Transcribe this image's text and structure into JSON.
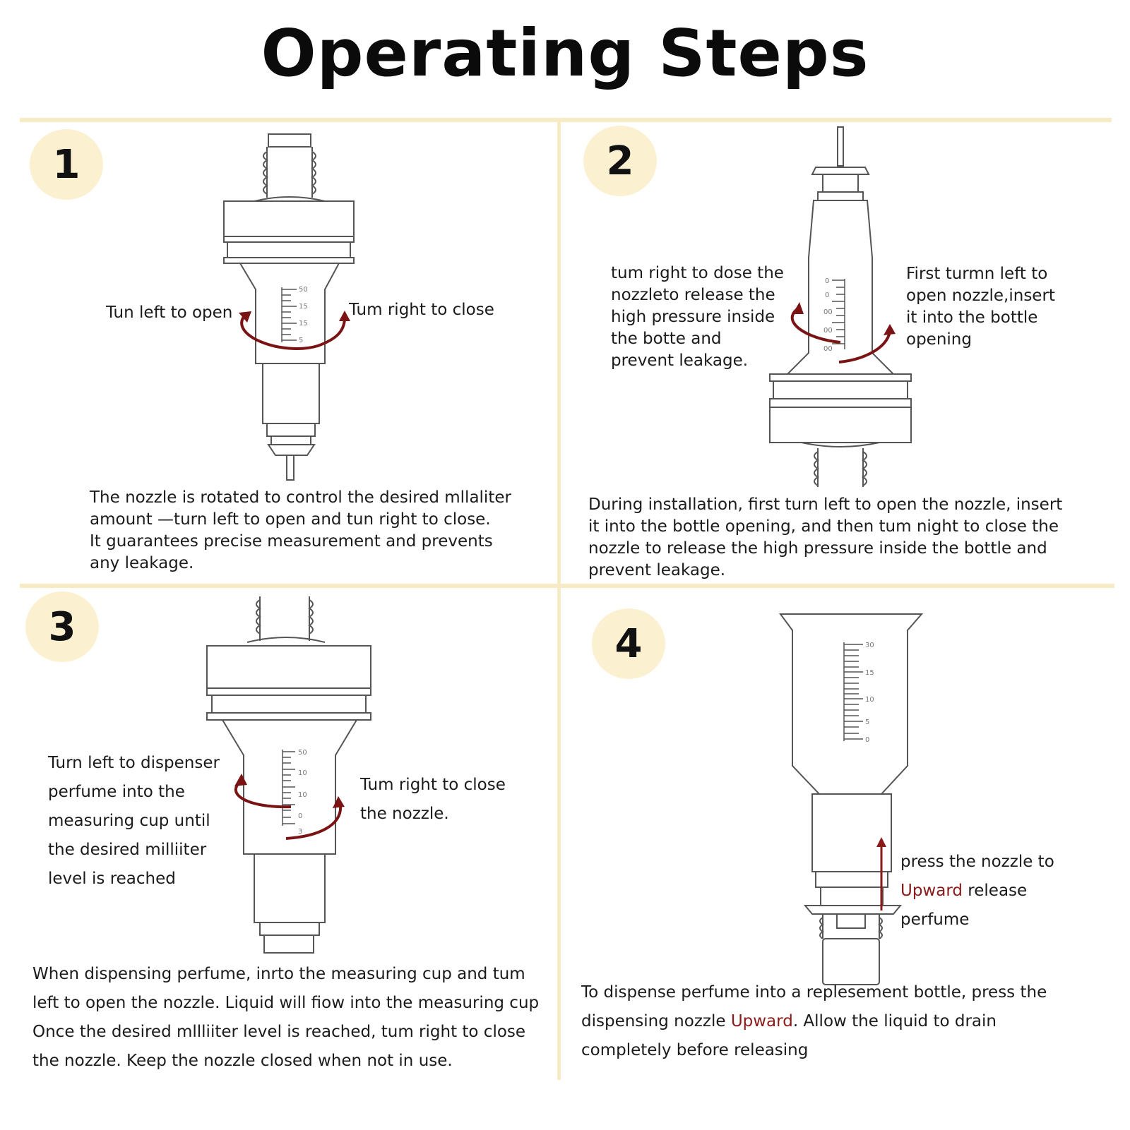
{
  "title": "Operating Steps",
  "colors": {
    "badge": "#fbf0cf",
    "divider": "#f7ebc6",
    "arrow": "#7a1414",
    "accent_text": "#8b1a1a"
  },
  "steps": [
    {
      "number": "1",
      "labels": {
        "left": "Tun left to open",
        "right": "Tum right to close"
      },
      "scale": [
        "50",
        "15",
        "15",
        "5"
      ],
      "description": [
        "The nozzle is rotated to control the desired mllaliter",
        "amount  —turn left to open and tun right to close.",
        "It guarantees precise measurement and prevents",
        "any leakage."
      ]
    },
    {
      "number": "2",
      "labels": {
        "left": [
          "tum right to dose the",
          "nozzleto release the",
          "high pressure inside",
          "the botte and",
          "prevent leakage."
        ],
        "right": [
          "First turmn left to",
          "open nozzle,insert",
          "it into the bottle",
          "opening"
        ]
      },
      "scale": [
        "0",
        "0",
        "00",
        "00",
        "00"
      ],
      "description": [
        "During installation, first turn left to open the nozzle, insert",
        "it into the bottle opening, and then tum night to close the",
        "nozzle to release the high pressure inside the bottle and",
        "prevent leakage."
      ]
    },
    {
      "number": "3",
      "labels": {
        "left": [
          "Turn left to dispenser",
          "perfume into the",
          "measuring cup until",
          "the desired milliiter",
          "level is reached"
        ],
        "right": [
          "Tum right to close",
          "the nozzle."
        ]
      },
      "scale": [
        "50",
        "10",
        "10",
        "0",
        "3"
      ],
      "description": [
        "When dispensing perfume, inrto the measuring cup and tum",
        "left to open the nozzle. Liquid will fiow into the measuring cup",
        "Once the desired mllliiter level is reached, tum right to close",
        "the nozzle. Keep the nozzle closed when not in use."
      ]
    },
    {
      "number": "4",
      "labels": {
        "right_line1": "press the nozzle to",
        "right_line2_accent": "Upward",
        "right_line2_rest": " release",
        "right_line3": "perfume"
      },
      "scale": [
        "30",
        "15",
        "10",
        "5",
        "0"
      ],
      "description": {
        "line1": "To dispense perfume into a replesement bottle, press the",
        "line2_pre": "dispensing nozzle ",
        "line2_accent": "Upward",
        "line2_post": ". Allow the liquid to drain",
        "line3": "completely before releasing"
      }
    }
  ]
}
